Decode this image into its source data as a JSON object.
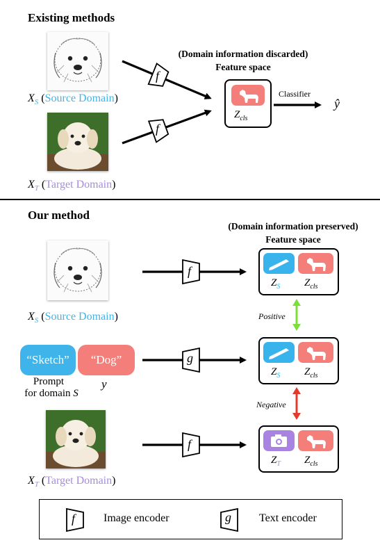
{
  "top": {
    "heading": "Existing methods",
    "feature_caption_line1": "(Domain information discarded)",
    "feature_caption_line2": "Feature space",
    "classifier_label": "Classifier",
    "output_symbol": "ŷ",
    "source_label": {
      "symbol": "X",
      "subscript": "S",
      "paren_open": " (",
      "text": "Source Domain",
      "paren_close": ")"
    },
    "target_label": {
      "symbol": "X",
      "subscript": "T",
      "paren_open": " (",
      "text": "Target Domain",
      "paren_close": ")"
    },
    "encoder_symbol": "f",
    "z_cls": {
      "symbol": "Z",
      "subscript": "cls"
    }
  },
  "bottom": {
    "heading": "Our method",
    "feature_caption_line1": "(Domain information preserved)",
    "feature_caption_line2": "Feature space",
    "source_label": {
      "symbol": "X",
      "subscript": "S",
      "paren_open": " (",
      "text": "Source Domain",
      "paren_close": ")"
    },
    "target_label": {
      "symbol": "X",
      "subscript": "T",
      "paren_open": " (",
      "text": "Target Domain",
      "paren_close": ")"
    },
    "prompt_sketch": "“Sketch”",
    "prompt_dog": "“Dog”",
    "prompt_caption_line1": "Prompt",
    "prompt_caption_line2": "for domain",
    "prompt_caption_symbol": "S",
    "y_symbol": "y",
    "image_encoder_symbol": "f",
    "text_encoder_symbol": "g",
    "positive_label": "Positive",
    "negative_label": "Negative",
    "z_s": {
      "symbol": "Z",
      "subscript": "S"
    },
    "z_t": {
      "symbol": "Z",
      "subscript": "T"
    },
    "z_cls": {
      "symbol": "Z",
      "subscript": "cls"
    }
  },
  "legend": {
    "image_encoder_symbol": "f",
    "image_encoder_label": "Image encoder",
    "text_encoder_symbol": "g",
    "text_encoder_label": "Text encoder"
  },
  "colors": {
    "source_blue": "#3fb4ea",
    "target_purple": "#a78be0",
    "class_red": "#f47f7a",
    "tile_blue": "#39b3ec",
    "tile_purple": "#a883e2",
    "positive_green": "#7ddf3c",
    "negative_red": "#e23b2e"
  }
}
